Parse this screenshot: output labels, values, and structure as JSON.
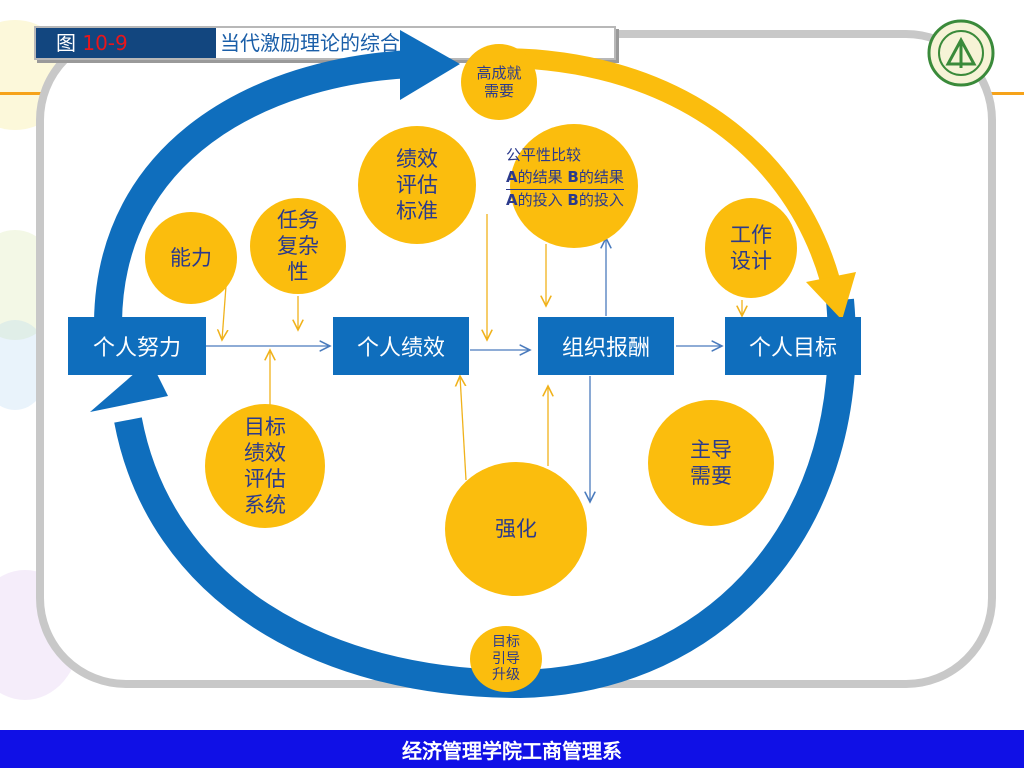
{
  "title": {
    "fig_prefix": "图 ",
    "fig_number": "10-9",
    "text": "当代激励理论的综合"
  },
  "boxes": {
    "effort": "个人努力",
    "performance": "个人绩效",
    "reward": "组织报酬",
    "goal": "个人目标"
  },
  "circles": {
    "achievement": "高成就需要",
    "criteria": "绩效评估标准",
    "ability": "能力",
    "complexity": "任务复杂性",
    "job_design": "工作设计",
    "evaluation_system": "目标绩效评估系统",
    "reinforcement": "强化",
    "dominant_need": "主导需要",
    "goal_guided": "目标引导升级"
  },
  "equity": {
    "heading": "公平性比较",
    "line1_a": "A",
    "line1_a_text": "的结果 ",
    "line1_b": "B",
    "line1_b_text": "的结果",
    "line2_a": "A",
    "line2_a_text": "的投入 ",
    "line2_b": "B",
    "line2_b_text": "的投入"
  },
  "footer": "经济管理学院工商管理系",
  "colors": {
    "blue": "#0f6ebd",
    "gold": "#fbbd0d",
    "footer": "#1010e6",
    "fig_label": "#12467f",
    "fig_number": "#e8161b",
    "text_navy": "#2b3a8c"
  }
}
